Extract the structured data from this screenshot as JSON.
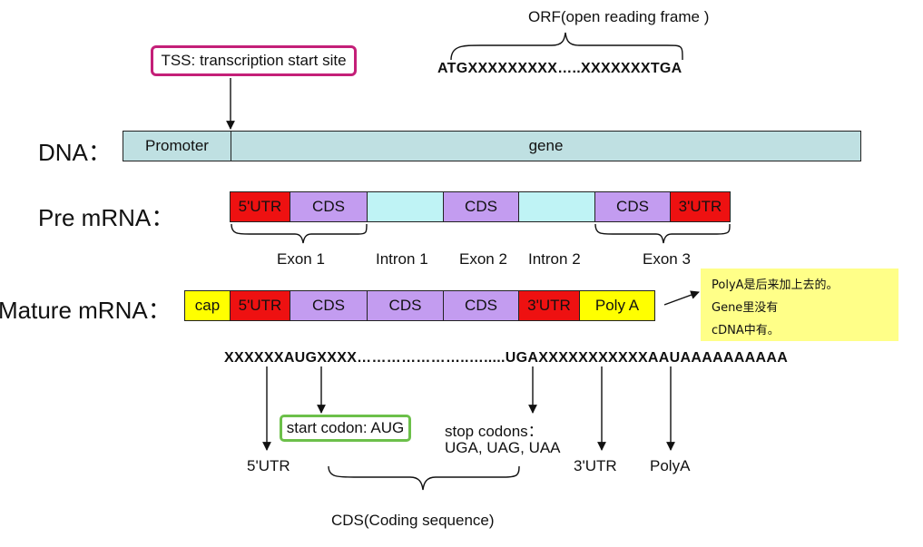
{
  "colors": {
    "gene": "#bfe0e2",
    "utr_red": "#ee1111",
    "cds_purple": "#c39cf0",
    "intron": "#bff3f5",
    "cap_yellow": "#ffff00",
    "note_bg": "#ffff88",
    "tss_border": "#c41f78",
    "codon_border": "#6cc04a"
  },
  "orf": {
    "label": "ORF(open reading frame )",
    "sequence": "ATGXXXXXXXXX…..XXXXXXXTGA"
  },
  "tss": {
    "label": "TSS: transcription start site"
  },
  "dna": {
    "label": "DNA：",
    "promoter": "Promoter",
    "gene": "gene"
  },
  "pre_mrna": {
    "label": "Pre mRNA：",
    "segments": [
      "5'UTR",
      "CDS",
      "",
      "CDS",
      "",
      "CDS",
      "3'UTR"
    ],
    "regions": [
      "Exon 1",
      "Intron 1",
      "Exon 2",
      "Intron 2",
      "Exon 3"
    ]
  },
  "mature_mrna": {
    "label": "Mature mRNA：",
    "segments": [
      "cap",
      "5'UTR",
      "CDS",
      "CDS",
      "CDS",
      "3'UTR",
      "Poly A"
    ]
  },
  "note": {
    "lines": [
      "PolyA是后来加上去的。",
      "Gene里没有",
      "cDNA中有。"
    ]
  },
  "codon_sequence": "XXXXXXAUGXXXX…………………..….....UGAXXXXXXXXXXXAAUAAAAAAAAAA",
  "annotations": {
    "start_codon": "start codon: AUG",
    "stop_codons_line1": "stop codons：",
    "stop_codons_line2": "UGA, UAG, UAA",
    "utr5": "5'UTR",
    "utr3": "3'UTR",
    "polya": "PolyA",
    "cds": "CDS(Coding sequence)"
  }
}
